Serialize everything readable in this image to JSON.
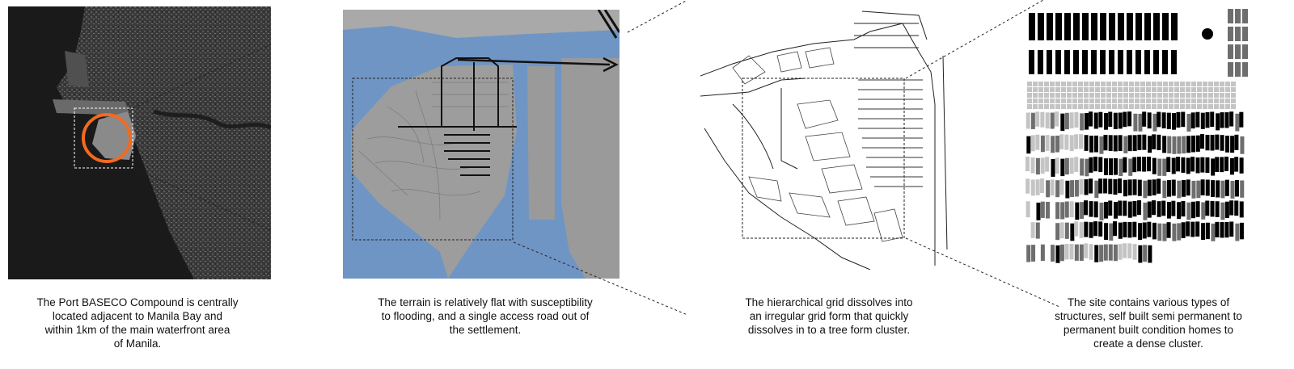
{
  "captions": [
    {
      "lines": [
        "The Port BASECO Compound is centrally",
        "located adjacent to Manila Bay and",
        "within 1km of the main waterfront area",
        "of Manila."
      ]
    },
    {
      "lines": [
        "The terrain is relatively flat with susceptibility",
        "to flooding, and a single access road out of",
        "the settlement."
      ]
    },
    {
      "lines": [
        "The hierarchical grid dissolves into",
        "an irregular grid form that quickly",
        "dissolves in to a tree form cluster."
      ]
    },
    {
      "lines": [
        "The site contains various types of",
        "structures, self built semi permanent to",
        "permanent built condition homes to",
        "create a dense cluster."
      ]
    }
  ],
  "colors": {
    "highlight_circle": "#f26a21",
    "water": "#6f95c4",
    "land": "#9a9a9a",
    "access_road": "#000000",
    "structure_permanent": "#000000",
    "structure_semi": "#6e6e6e",
    "structure_informal": "#c4c4c4"
  },
  "icons": {
    "highlight": "orange-circle-icon",
    "direction": "arrow-right-icon",
    "road_break": "break-marks-icon"
  }
}
